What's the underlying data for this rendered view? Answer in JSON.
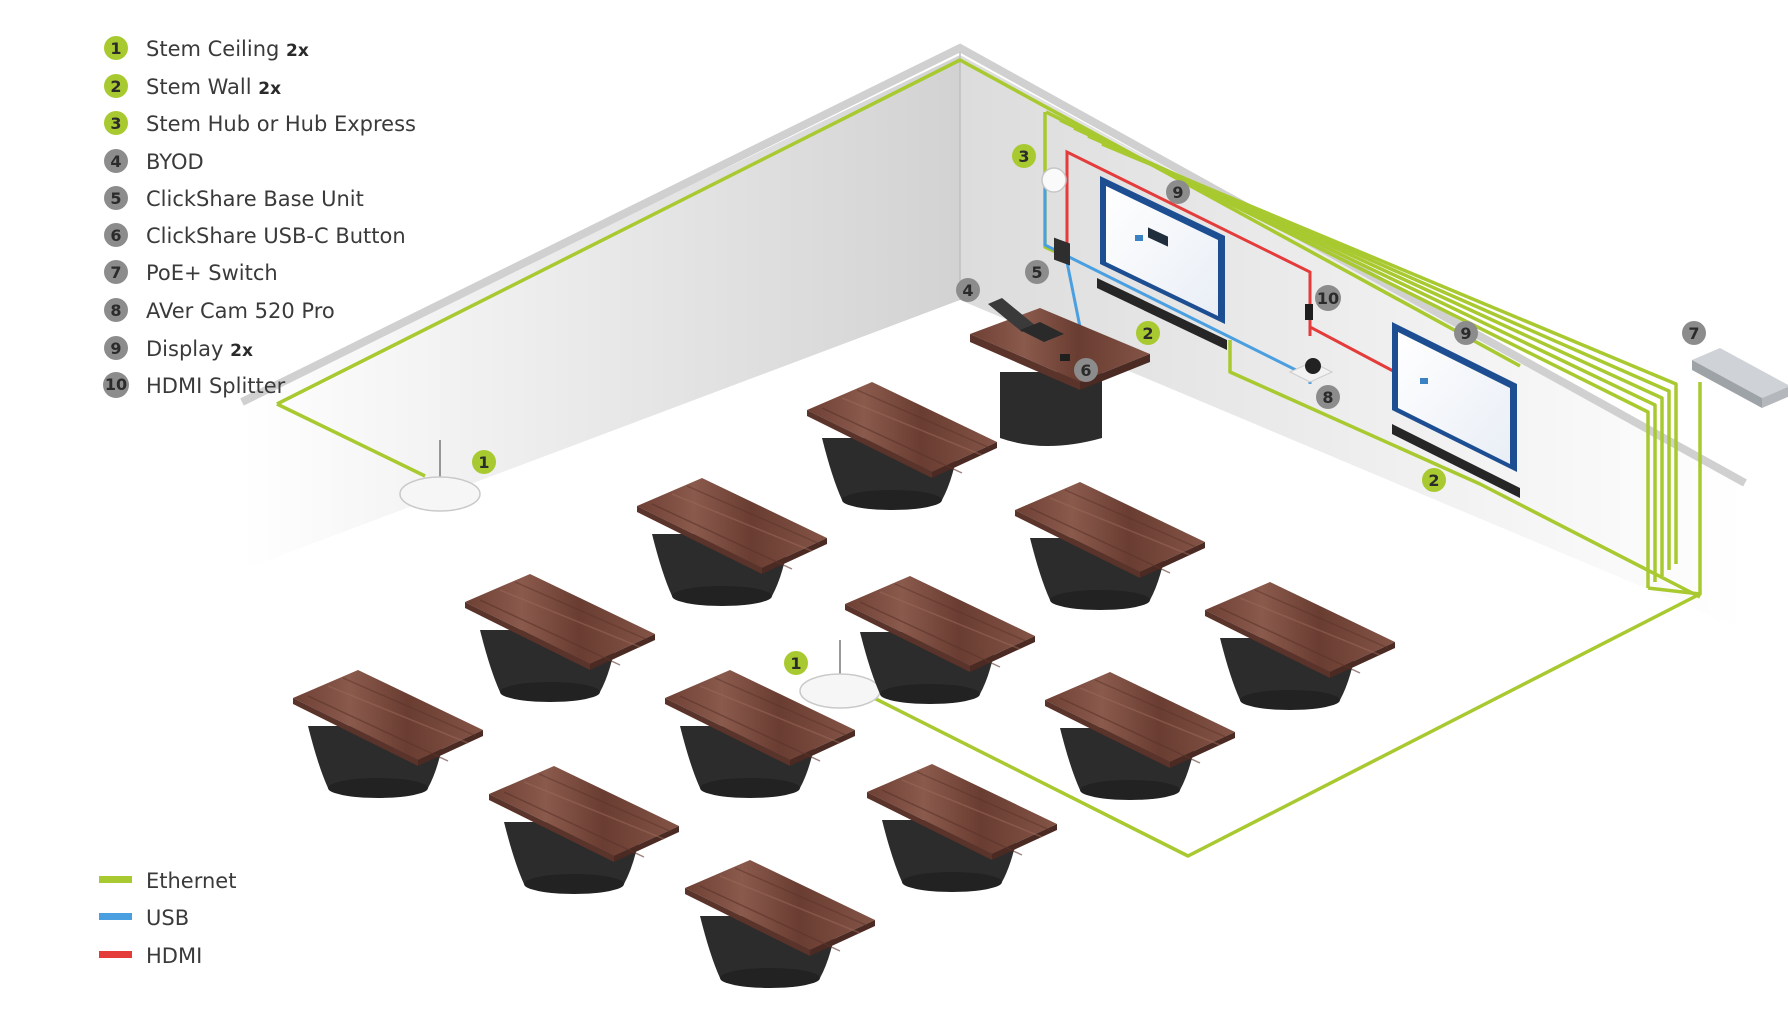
{
  "legend": {
    "items": [
      {
        "num": "1",
        "label": "Stem Ceiling",
        "mult": "2x",
        "color": "#a8c92f"
      },
      {
        "num": "2",
        "label": "Stem Wall",
        "mult": "2x",
        "color": "#a8c92f"
      },
      {
        "num": "3",
        "label": "Stem Hub or Hub Express",
        "mult": "",
        "color": "#a8c92f"
      },
      {
        "num": "4",
        "label": "BYOD",
        "mult": "",
        "color": "#8c8c8c"
      },
      {
        "num": "5",
        "label": "ClickShare Base Unit",
        "mult": "",
        "color": "#8c8c8c"
      },
      {
        "num": "6",
        "label": "ClickShare USB-C Button",
        "mult": "",
        "color": "#8c8c8c"
      },
      {
        "num": "7",
        "label": "PoE+ Switch",
        "mult": "",
        "color": "#8c8c8c"
      },
      {
        "num": "8",
        "label": "AVer Cam 520 Pro",
        "mult": "",
        "color": "#8c8c8c"
      },
      {
        "num": "9",
        "label": "Display",
        "mult": "2x",
        "color": "#8c8c8c"
      },
      {
        "num": "10",
        "label": "HDMI Splitter",
        "mult": "",
        "color": "#8c8c8c"
      }
    ]
  },
  "cable_legend": [
    {
      "label": "Ethernet",
      "color": "#a8c92f"
    },
    {
      "label": "USB",
      "color": "#4a9fe0"
    },
    {
      "label": "HDMI",
      "color": "#e43b3b"
    }
  ],
  "colors": {
    "green": "#a8c92f",
    "gray_badge": "#8c8c8c",
    "usb": "#4a9fe0",
    "hdmi": "#e43b3b",
    "wood": "#7a4a3e",
    "table_base": "#2c2c2c"
  }
}
